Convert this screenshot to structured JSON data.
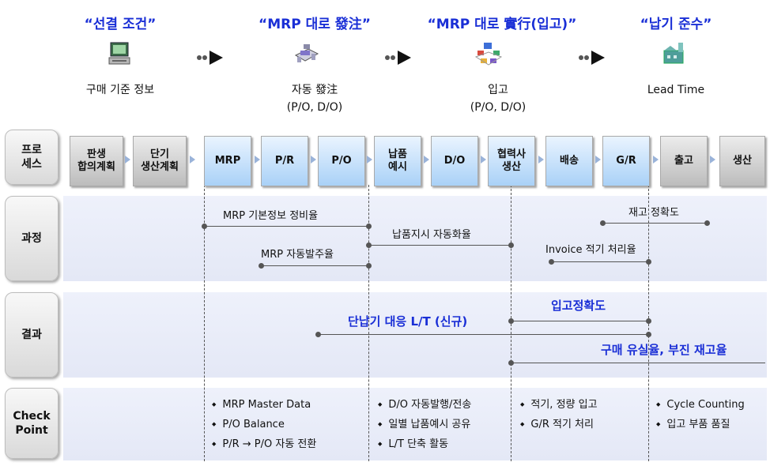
{
  "phases": [
    {
      "title": "“선결 조건”",
      "icon": "computer-icon",
      "label": "구매 기준 정보"
    },
    {
      "title": "“MRP 대로 發注”",
      "icon": "server-icon",
      "label": "자동 發注",
      "sublabel": "(P/O, D/O)"
    },
    {
      "title": "“MRP 대로 實行(입고)”",
      "icon": "network-icon",
      "label": "입고",
      "sublabel": "(P/O, D/O)"
    },
    {
      "title": "“납기 준수”",
      "icon": "factory-icon",
      "label": "Lead Time"
    }
  ],
  "row_headers": {
    "process": "프로\n세스",
    "procedure": "과정",
    "result": "결과",
    "checkpoint": "Check\nPoint"
  },
  "process_steps": [
    {
      "label": "판생\n합의계획",
      "style": "gray"
    },
    {
      "label": "단기\n생산계획",
      "style": "gray"
    },
    {
      "label": "MRP",
      "style": "blue"
    },
    {
      "label": "P/R",
      "style": "blue"
    },
    {
      "label": "P/O",
      "style": "blue"
    },
    {
      "label": "납품\n예시",
      "style": "blue"
    },
    {
      "label": "D/O",
      "style": "blue"
    },
    {
      "label": "협력사\n생산",
      "style": "blue"
    },
    {
      "label": "배송",
      "style": "blue"
    },
    {
      "label": "G/R",
      "style": "blue"
    },
    {
      "label": "출고",
      "style": "gray"
    },
    {
      "label": "생산",
      "style": "gray"
    }
  ],
  "procedure_metrics": [
    "MRP 기본정보 정비율",
    "납품지시 자동화율",
    "MRP 자동발주율",
    "재고 정확도",
    "Invoice 적기 처리율"
  ],
  "result_metrics": [
    "입고정확도",
    "단납기 대응 L/T (신규)",
    "구매 유실율, 부진 재고율"
  ],
  "checkpoints": [
    [
      "MRP Master Data",
      "P/O Balance",
      "P/R → P/O 자동 전환"
    ],
    [
      "D/O 자동발행/전송",
      "일별 납품예시 공유",
      "L/T 단축 활동"
    ],
    [
      "적기, 정량 입고",
      "G/R 적기 처리"
    ],
    [
      "Cycle Counting",
      "입고 부품 품질"
    ]
  ],
  "colors": {
    "accent": "#1a2fd6",
    "band": "#e8ecf8",
    "step_blue": "#bcdaf7",
    "step_gray": "#d0d0d0"
  }
}
